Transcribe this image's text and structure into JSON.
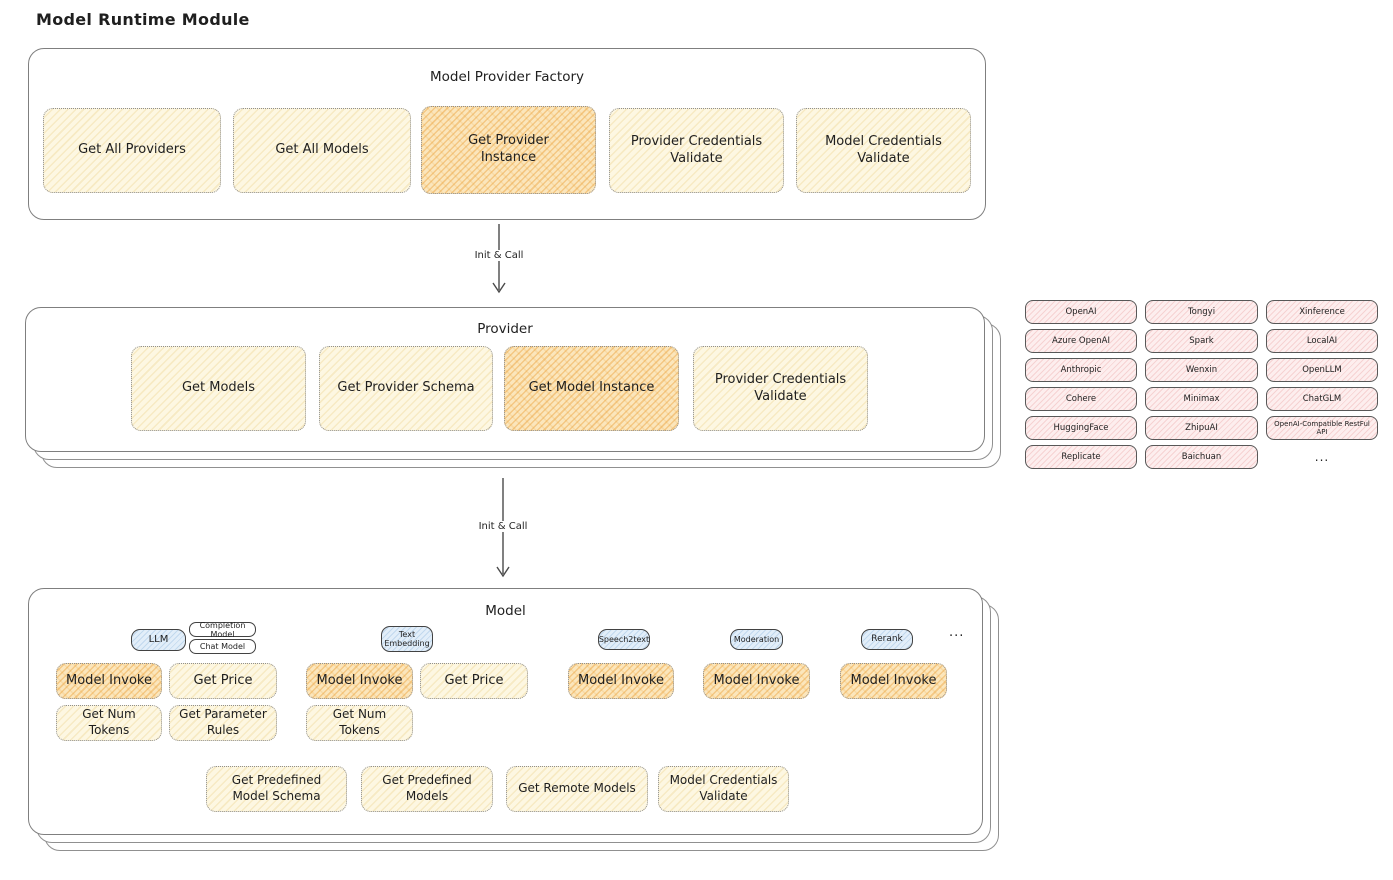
{
  "title": "Model Runtime Module",
  "colors": {
    "highlight_orange": "#f0b25a",
    "cream_yellow": "#fdf7e2",
    "tab_blue": "#e2eef9",
    "provider_pink": "#fdeeee"
  },
  "factory": {
    "title": "Model Provider Factory",
    "buttons": [
      {
        "label": "Get All Providers",
        "highlighted": false
      },
      {
        "label": "Get All Models",
        "highlighted": false
      },
      {
        "label": "Get Provider Instance",
        "highlighted": true
      },
      {
        "label": "Provider Credentials Validate",
        "highlighted": false
      },
      {
        "label": "Model Credentials Validate",
        "highlighted": false
      }
    ]
  },
  "arrows": {
    "factory_to_provider": "Init & Call",
    "provider_to_model": "Init & Call"
  },
  "provider": {
    "title": "Provider",
    "buttons": [
      {
        "label": "Get Models",
        "highlighted": false
      },
      {
        "label": "Get Provider Schema",
        "highlighted": false
      },
      {
        "label": "Get Model Instance",
        "highlighted": true
      },
      {
        "label": "Provider Credentials Validate",
        "highlighted": false
      }
    ]
  },
  "provider_list": {
    "rows": [
      [
        "OpenAI",
        "Tongyi",
        "Xinference"
      ],
      [
        "Azure OpenAI",
        "Spark",
        "LocalAI"
      ],
      [
        "Anthropic",
        "Wenxin",
        "OpenLLM"
      ],
      [
        "Cohere",
        "Minimax",
        "ChatGLM"
      ],
      [
        "HuggingFace",
        "ZhipuAI",
        "OpenAI-Compatible RestFul API"
      ],
      [
        "Replicate",
        "Baichuan"
      ]
    ],
    "more": "..."
  },
  "model": {
    "title": "Model",
    "tabs": {
      "llm": "LLM",
      "completion_model": "Completion Model",
      "chat_model": "Chat Model",
      "text_embedding": "Text Embedding",
      "speech2text": "Speech2text",
      "moderation": "Moderation",
      "rerank": "Rerank",
      "more": "..."
    },
    "llm_buttons": [
      "Model Invoke",
      "Get Price",
      "Get Num Tokens",
      "Get Parameter Rules"
    ],
    "text_embedding_buttons": [
      "Model Invoke",
      "Get Price",
      "Get Num Tokens"
    ],
    "speech2text_buttons": [
      "Model Invoke"
    ],
    "moderation_buttons": [
      "Model Invoke"
    ],
    "rerank_buttons": [
      "Model Invoke"
    ],
    "bottom_buttons": [
      "Get Predefined Model Schema",
      "Get Predefined Models",
      "Get Remote Models",
      "Model Credentials Validate"
    ]
  }
}
